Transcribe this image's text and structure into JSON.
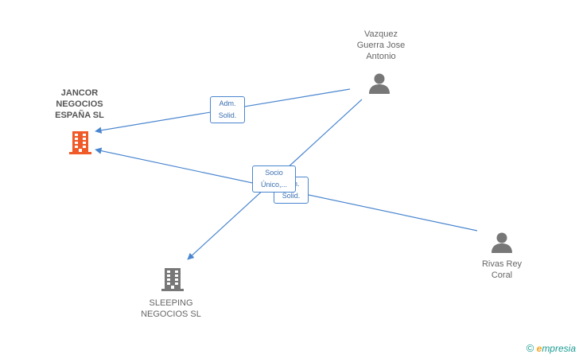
{
  "nodes": {
    "jancor": {
      "label": "JANCOR\nNEGOCIOS\nESPAÑA SL",
      "type": "company-highlight"
    },
    "sleeping": {
      "label": "SLEEPING\nNEGOCIOS SL",
      "type": "company"
    },
    "vazquez": {
      "label": "Vazquez\nGuerra Jose\nAntonio",
      "type": "person"
    },
    "rivas": {
      "label": "Rivas Rey\nCoral",
      "type": "person"
    }
  },
  "edges": {
    "vazquez_jancor": "Adm.\nSolid.",
    "rivas_jancor": "Adm.\nSolid.",
    "vazquez_sleeping": "Socio\nÚnico,..."
  },
  "colors": {
    "edge": "#4a86cf",
    "company_highlight": "#f05a28",
    "company": "#777777",
    "person": "#777777"
  },
  "brand": {
    "copyright": "©",
    "e": "e",
    "rest": "mpresia"
  }
}
